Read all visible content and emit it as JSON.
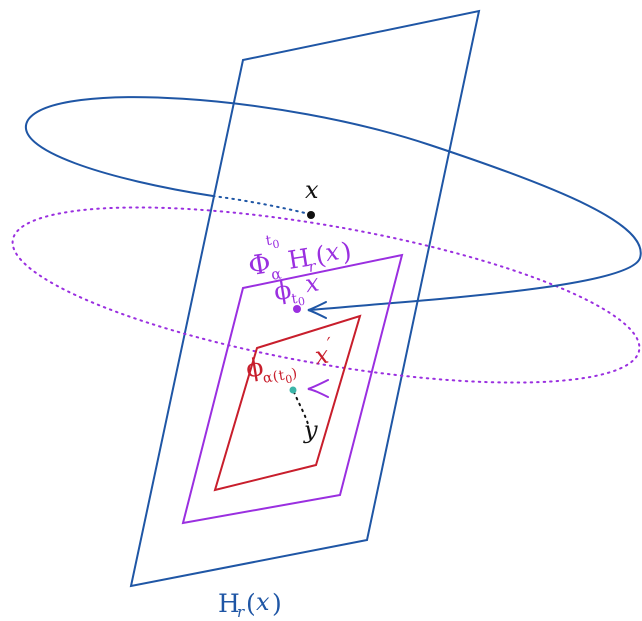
{
  "colors": {
    "blue": "#1f56a5",
    "purple": "#9a2fe0",
    "red": "#c81e2c",
    "black": "#111111",
    "teal": "#3bb5a8"
  },
  "labels": {
    "x": "x",
    "flow_plane": {
      "Phi": "Φ",
      "alpha": "α",
      "t0": "t",
      "t0_sub": "0",
      "H": "H",
      "r": "r",
      "open": "(",
      "x": "x",
      "close": ")"
    },
    "phi_t0_x": {
      "phi": "ϕ",
      "t": "t",
      "zero": "0",
      "x": "x"
    },
    "phi_alpha_xprime": {
      "phi": "ϕ",
      "alpha": "α",
      "open": "(",
      "t": "t",
      "zero": "0",
      "close": ")",
      "x": "x",
      "prime": "′"
    },
    "y": "y",
    "plane_H": {
      "H": "H",
      "r": "r",
      "open": "(",
      "x": "x",
      "close": ")"
    }
  }
}
